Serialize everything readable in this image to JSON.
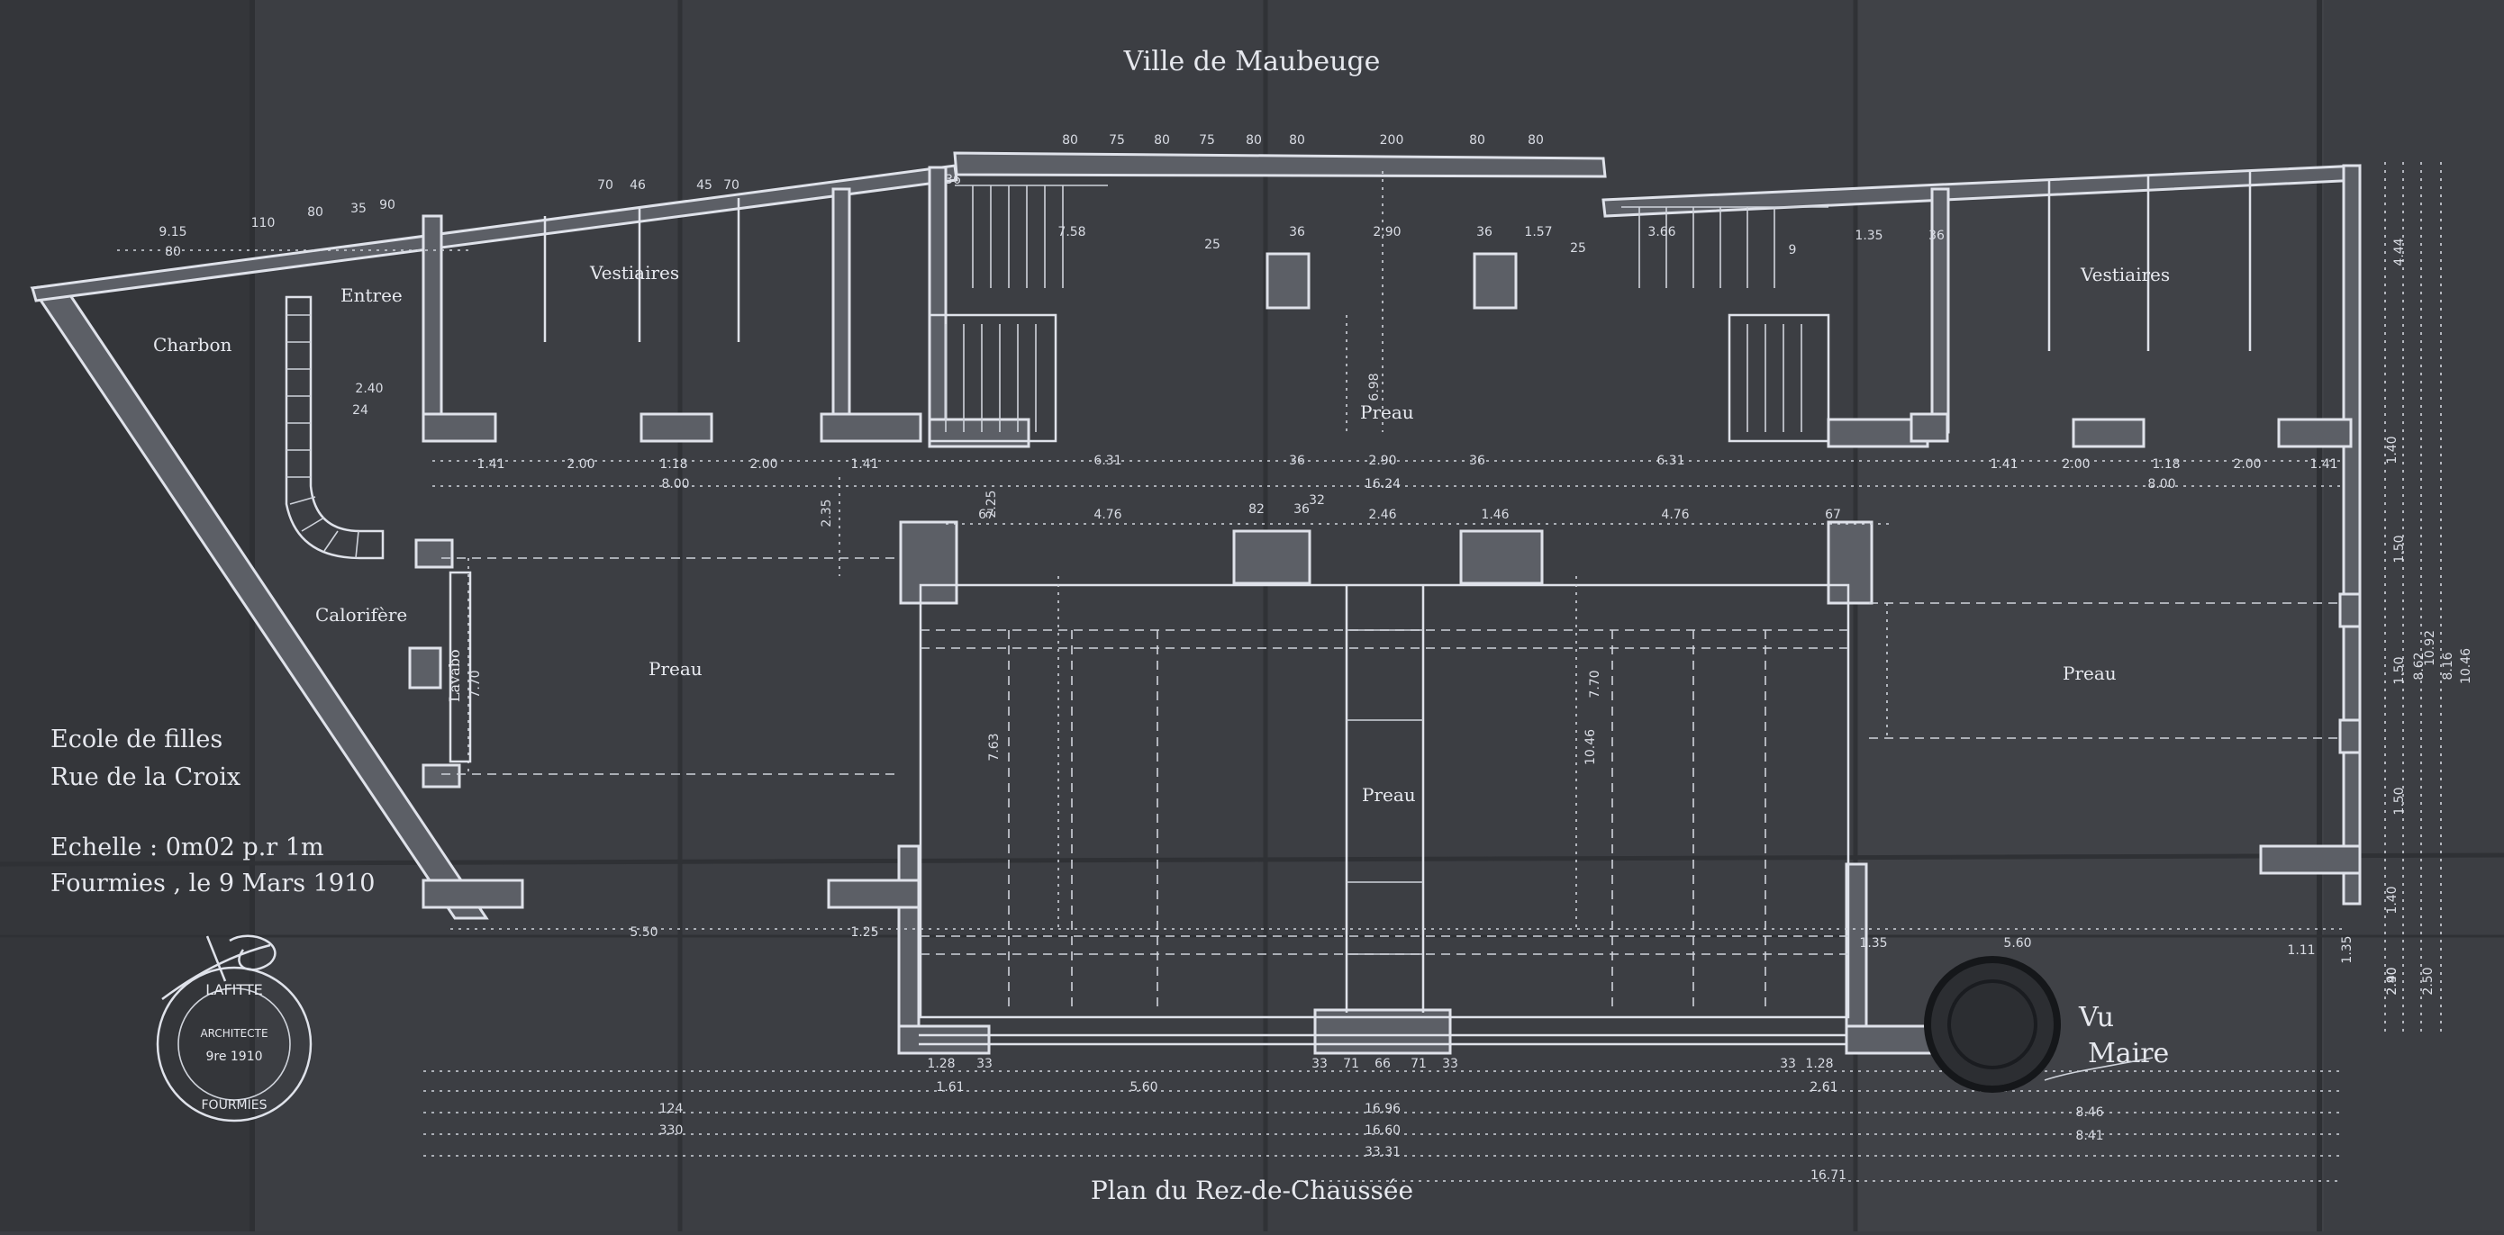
{
  "plan": {
    "city": "Ville de Maubeuge",
    "footer": "Plan du Rez-de-Chaussée",
    "school": "Ecole de filles",
    "street": "Rue de la Croix",
    "scale": "Echelle : 0m02 p.r 1m",
    "place_date": "Fourmies , le 9 Mars 1910"
  },
  "rooms": {
    "charbon": "Charbon",
    "entree": "Entree",
    "vestiaires_left": "Vestiaires",
    "vestiaires_right": "Vestiaires",
    "preau_top": "Preau",
    "preau_left": "Preau",
    "preau_center": "Preau",
    "preau_right": "Preau",
    "calorifere": "Calorifère",
    "lavabo": "Lavabo"
  },
  "stamp_architect": {
    "name": "LAFITTE",
    "title": "ARCHITECTE",
    "date": "9re 1910",
    "town": "FOURMIES"
  },
  "approval": {
    "vu": "Vu",
    "maire": "Maire"
  },
  "dims": {
    "top_run": [
      "80",
      "75",
      "80",
      "75",
      "80",
      "80",
      "200",
      "80",
      "80"
    ],
    "top_small": [
      "70",
      "46",
      "45",
      "70"
    ],
    "top_left": [
      "9.15",
      "80",
      "110",
      "80",
      "35",
      "90"
    ],
    "upper_row": [
      "36",
      "7.58",
      "25",
      "36",
      "2.90",
      "36",
      "1.57",
      "25",
      "3.66",
      "9",
      "1.35",
      "36"
    ],
    "left_row": [
      "2.40",
      "24",
      "1.41",
      "2.00",
      "1.18",
      "2.00",
      "1.41",
      "8.00"
    ],
    "center_row": [
      "6.31",
      "36",
      "2.90",
      "36",
      "6.31",
      "16.24"
    ],
    "right_row": [
      "1.41",
      "2.00",
      "1.18",
      "2.00",
      "1.41",
      "8.00"
    ],
    "mid_row": [
      "67",
      "4.76",
      "82",
      "36",
      "32",
      "2.46",
      "1.46",
      "4.76",
      "67"
    ],
    "vertical": [
      "2.35",
      "2.25",
      "6.98",
      "7.70",
      "7.63",
      "10.46",
      "7.70"
    ],
    "right_col": [
      "1.35",
      "2.40",
      "4.44",
      "1.40",
      "1.50",
      "1.50",
      "1.50",
      "8.62",
      "10.92",
      "8.16",
      "10.46",
      "2.90",
      "2.50",
      "1.40"
    ],
    "bottom_a": [
      "5.50",
      "1.25",
      "5.60",
      "1.35",
      "1.11"
    ],
    "bottom_b": [
      "1.28",
      "33",
      "33",
      "71",
      "66",
      "71",
      "33",
      "33",
      "1.28"
    ],
    "bottom_c": [
      "1.61",
      "5.60",
      "2.61"
    ],
    "totals": [
      "124",
      "330",
      "16.96",
      "16.60",
      "33.31",
      "8.46",
      "8.41",
      "16.71"
    ]
  }
}
